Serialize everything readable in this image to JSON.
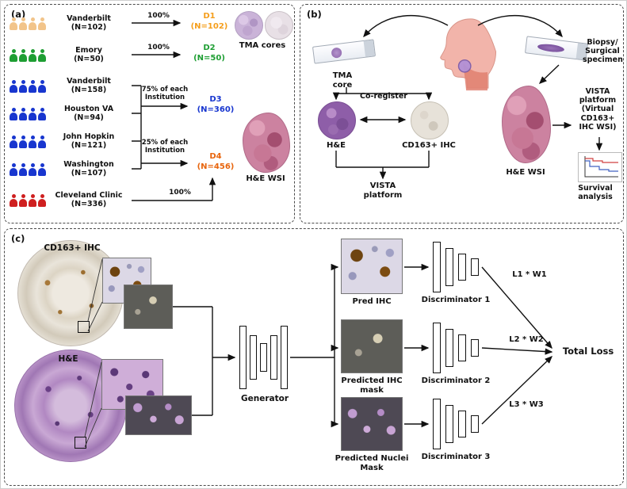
{
  "panel_a": {
    "label": "(a)",
    "cohorts": [
      {
        "name": "Vanderbilt",
        "n": "(N=102)",
        "color": "#f2c48a"
      },
      {
        "name": "Emory",
        "n": "(N=50)",
        "color": "#1e9e33"
      },
      {
        "name": "Vanderbilt",
        "n": "(N=158)",
        "color": "#1836cf"
      },
      {
        "name": "Houston VA",
        "n": "(N=94)",
        "color": "#1836cf"
      },
      {
        "name": "John Hopkin",
        "n": "(N=121)",
        "color": "#1836cf"
      },
      {
        "name": "Washington",
        "n": "(N=107)",
        "color": "#1836cf"
      },
      {
        "name": "Cleveland Clinic",
        "n": "(N=336)",
        "color": "#cf1f1f"
      }
    ],
    "flow_labels": {
      "pct_r1": "100%",
      "pct_r2": "100%",
      "pct_75": "75% of each Institution",
      "pct_25": "25% of each Institution",
      "pct_r7": "100%"
    },
    "datasets": [
      {
        "label": "D1",
        "n": "(N=102)",
        "color": "#f59e1b"
      },
      {
        "label": "D2",
        "n": "(N=50)",
        "color": "#1e9e33"
      },
      {
        "label": "D3",
        "n": "(N=360)",
        "color": "#1836cf"
      },
      {
        "label": "D4",
        "n": "(N=456)",
        "color": "#e8650d"
      }
    ],
    "captions": {
      "tma_cores": "TMA cores",
      "he_wsi": "H&E WSI"
    }
  },
  "panel_b": {
    "label": "(b)",
    "tma_core": "TMA core",
    "biopsy": "Biopsy/ Surgical specimen",
    "co_register": "Co-register",
    "he": "H&E",
    "cd163": "CD163+ IHC",
    "vista": "VISTA platform",
    "he_wsi": "H&E WSI",
    "vista_virtual": "VISTA platform (Virtual CD163+ IHC WSI)",
    "survival": "Survival analysis"
  },
  "panel_c": {
    "label": "(c)",
    "cd163_ihc": "CD163+ IHC",
    "he": "H&E",
    "generator": "Generator",
    "pred_ihc": "Pred IHC",
    "pred_ihc_mask": "Predicted IHC mask",
    "pred_nuclei_mask": "Predicted Nuclei Mask",
    "discriminator1": "Discriminator 1",
    "discriminator2": "Discriminator 2",
    "discriminator3": "Discriminator 3",
    "l1": "L1 * W1",
    "l2": "L2 * W2",
    "l3": "L3 * W3",
    "total_loss": "Total Loss"
  }
}
